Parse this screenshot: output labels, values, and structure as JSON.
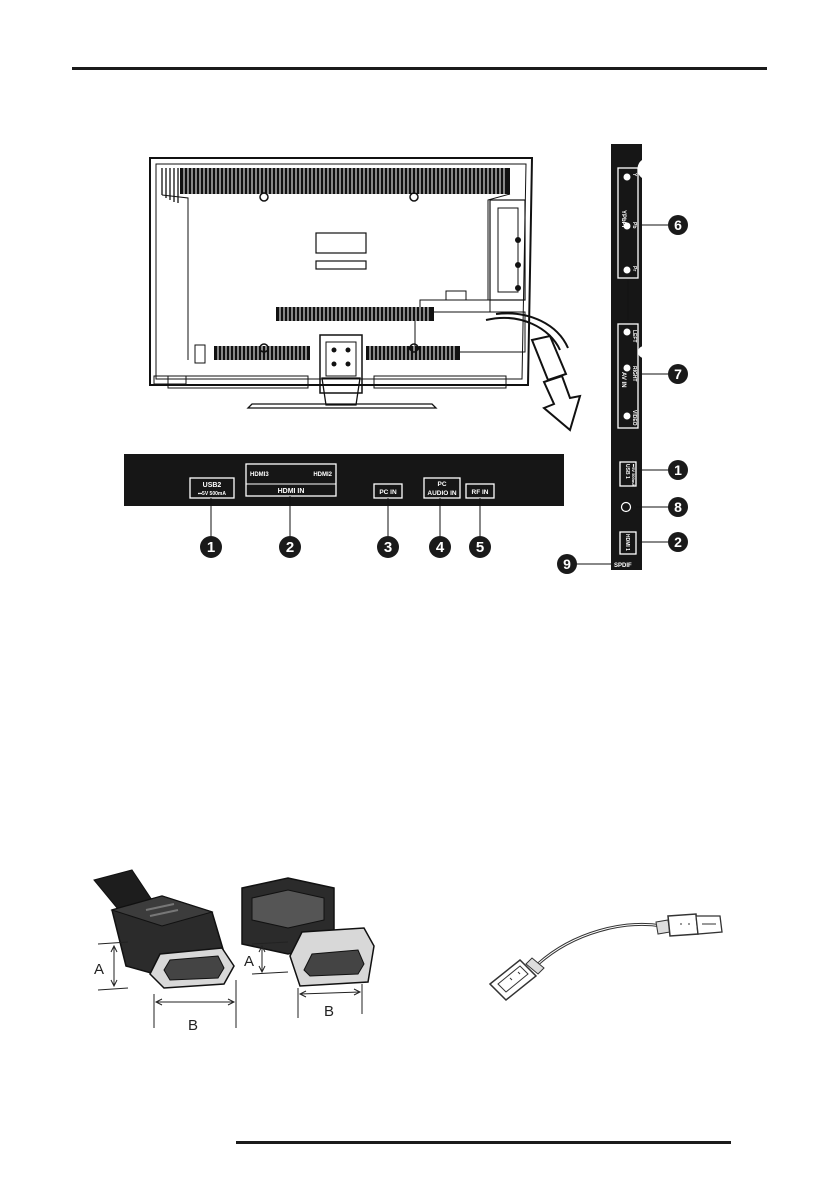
{
  "bottom_panel": {
    "ports": [
      {
        "label": "USB2",
        "sub": "⎓5V 500mA"
      },
      {
        "label": "HDMI3",
        "label2": "HDMI2",
        "sub": "HDMI IN"
      },
      {
        "label": "PC IN"
      },
      {
        "label": "PC",
        "sub": "AUDIO IN"
      },
      {
        "label": "RF IN"
      }
    ],
    "callouts": [
      "1",
      "2",
      "3",
      "4",
      "5"
    ]
  },
  "side_panel": {
    "labels": {
      "ypbpr": "YPbPr",
      "y": "Y",
      "pb": "Pb",
      "pr": "Pr",
      "av_in": "AV IN",
      "left": "LEFT",
      "right": "RIGHT",
      "video": "VIDEO",
      "usb1": "USB 1",
      "usb1_sub": "⎓5V 500mA",
      "hdmi1": "HDMI 1",
      "spdif": "SPDIF"
    },
    "callouts": [
      "6",
      "7",
      "1",
      "8",
      "2",
      "9"
    ]
  },
  "connectors": {
    "dimension_a": "A",
    "dimension_b": "B"
  }
}
